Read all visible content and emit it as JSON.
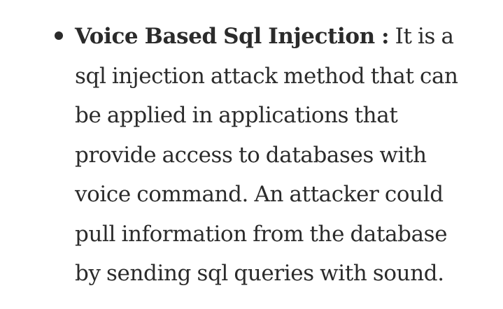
{
  "item": {
    "term": "Voice Based Sql Injection :",
    "lines": [
      " It is a",
      "sql injection attack method that can",
      "be applied in applications that",
      "provide access to databases with",
      "voice command. An attacker could",
      "pull information from the database",
      "by sending sql queries with sound."
    ]
  }
}
